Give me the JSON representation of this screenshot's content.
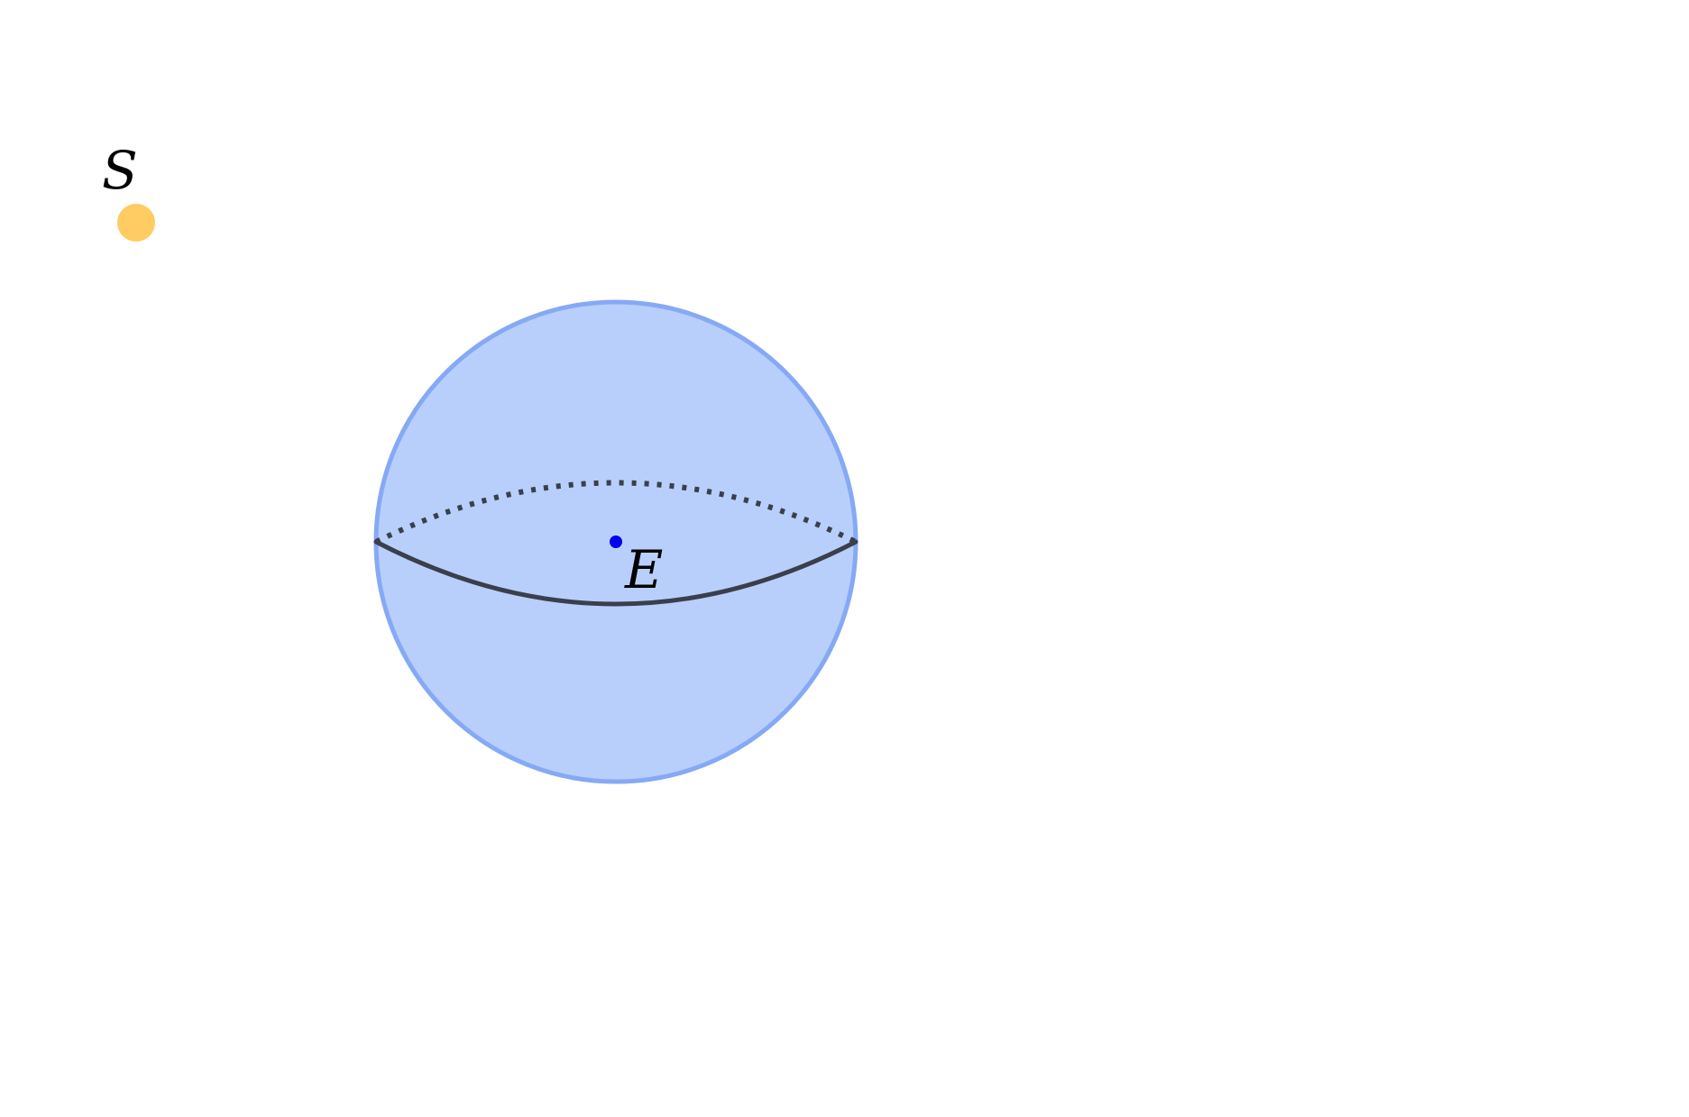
{
  "diagram": {
    "sun": {
      "label": "S",
      "color": "#ffcb63"
    },
    "earth": {
      "label": "E",
      "fill_color": "#b8cffc",
      "outline_color": "#86a9f5",
      "center_color": "#0000ee"
    },
    "equator": {
      "front_style": "solid",
      "back_style": "dotted",
      "color": "#3a3f4c"
    }
  }
}
